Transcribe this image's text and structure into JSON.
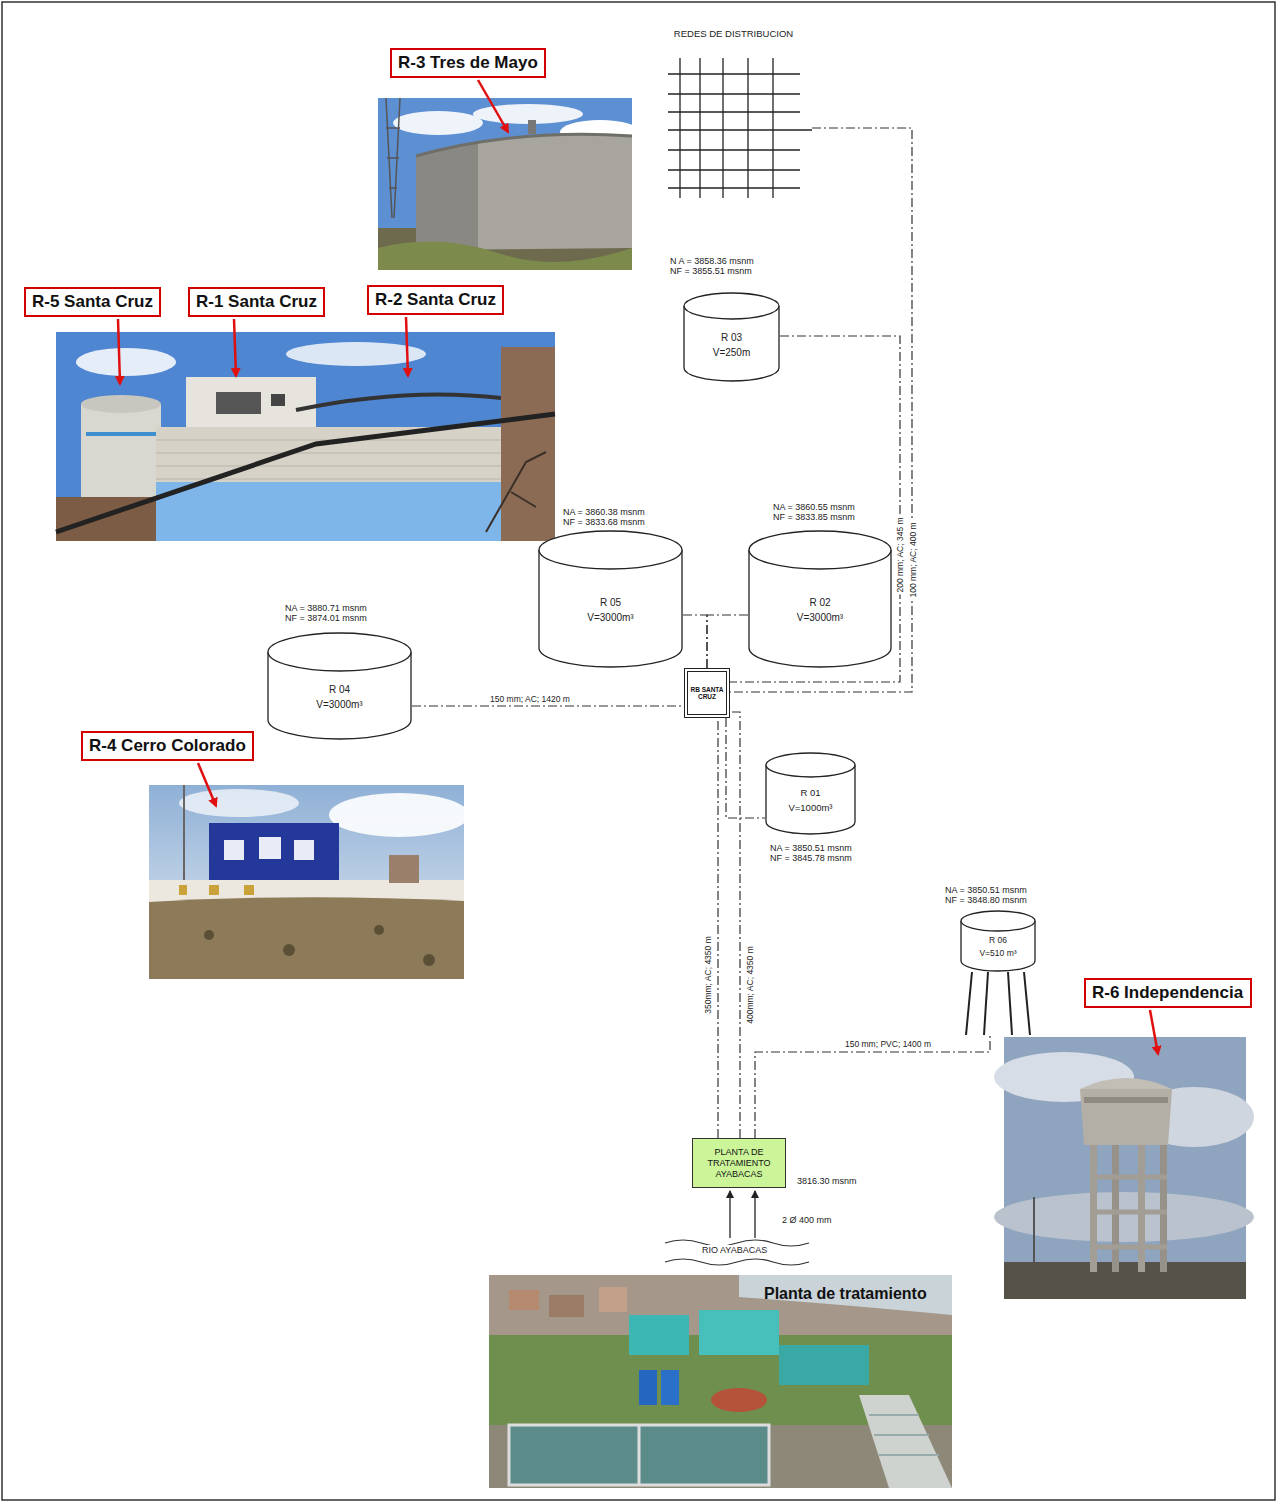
{
  "diagram": {
    "nodes": [
      {
        "text": [
          "REDES DE DISTRIBUCION"
        ]
      },
      {
        "text": [
          "R-3 Tres de Mayo"
        ]
      },
      {
        "text": [
          "R-5 Santa Cruz"
        ]
      },
      {
        "text": [
          "R-1 Santa Cruz"
        ]
      },
      {
        "text": [
          "R-2 Santa Cruz"
        ]
      },
      {
        "text": [
          "R 03",
          "V=250m"
        ]
      },
      {
        "text": [
          "R 05",
          "V=3000m³"
        ]
      },
      {
        "text": [
          "R 02",
          "V=3000m³"
        ]
      },
      {
        "text": [
          "R 04",
          "V=3000m³"
        ]
      },
      {
        "text": [
          "RB SANTA CRUZ"
        ]
      },
      {
        "text": [
          "R-4 Cerro Colorado"
        ]
      },
      {
        "text": [
          "R 01",
          "V=1000m³"
        ]
      },
      {
        "text": [
          "R 06",
          "V=510 m³"
        ]
      },
      {
        "text": [
          "R-6 Independencia"
        ]
      },
      {
        "text": [
          "PLANTA DE TRATAMIENTO AYABACAS"
        ]
      }
    ],
    "edges": [
      {
        "from": 8,
        "to": 9,
        "arrow": "none",
        "label": "150 mm; AC; 1420 m"
      },
      {
        "from": 6,
        "to": 9,
        "arrow": "none"
      },
      {
        "from": 7,
        "to": 9,
        "arrow": "none"
      },
      {
        "from": 5,
        "to": 9,
        "arrow": "none",
        "label": "200 mm; AC; 345 m"
      },
      {
        "from": 0,
        "to": 9,
        "arrow": "none",
        "label": "100 mm; AC; 400 m"
      },
      {
        "from": 14,
        "to": 9,
        "arrow": "none",
        "label": "350mm; AC; 4350 m"
      },
      {
        "from": 14,
        "to": 9,
        "arrow": "none",
        "label": "400mm; AC; 4350 m"
      },
      {
        "from": 9,
        "to": 11,
        "arrow": "none"
      },
      {
        "from": 14,
        "to": 12,
        "arrow": "none",
        "label": "150 mm; PVC; 1400 m"
      }
    ],
    "labels": [
      "N A = 3858.36 msnm",
      "NF = 3855.51 msnm",
      "NA = 3860.38 msnm",
      "NF = 3833.68 msnm",
      "NA = 3860.55 msnm",
      "NF = 3833.85 msnm",
      "NA = 3880.71 msnm",
      "NF = 3874.01 msnm",
      "NA = 3850.51 msnm",
      "NF = 3845.78 msnm",
      "NA = 3850.51 msnm",
      "NF = 3848.80 msnm",
      "3816.30 msnm",
      "2 Ø 400 mm",
      "RIO AYABACAS",
      "Planta de tratamiento"
    ]
  }
}
